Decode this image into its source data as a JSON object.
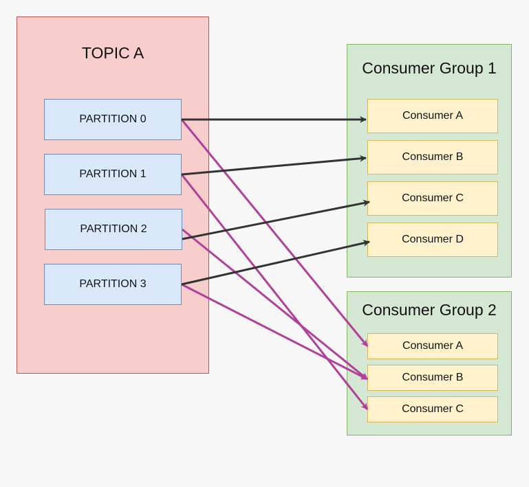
{
  "topic": {
    "title": "TOPIC A",
    "partitions": [
      "PARTITION 0",
      "PARTITION 1",
      "PARTITION 2",
      "PARTITION 3"
    ]
  },
  "groups": [
    {
      "title": "Consumer Group 1",
      "consumers": [
        "Consumer A",
        "Consumer B",
        "Consumer C",
        "Consumer D"
      ]
    },
    {
      "title": "Consumer Group 2",
      "consumers": [
        "Consumer A",
        "Consumer B",
        "Consumer C"
      ]
    }
  ],
  "colors": {
    "group1_arrow": "#333333",
    "group2_arrow": "#b0409a"
  }
}
